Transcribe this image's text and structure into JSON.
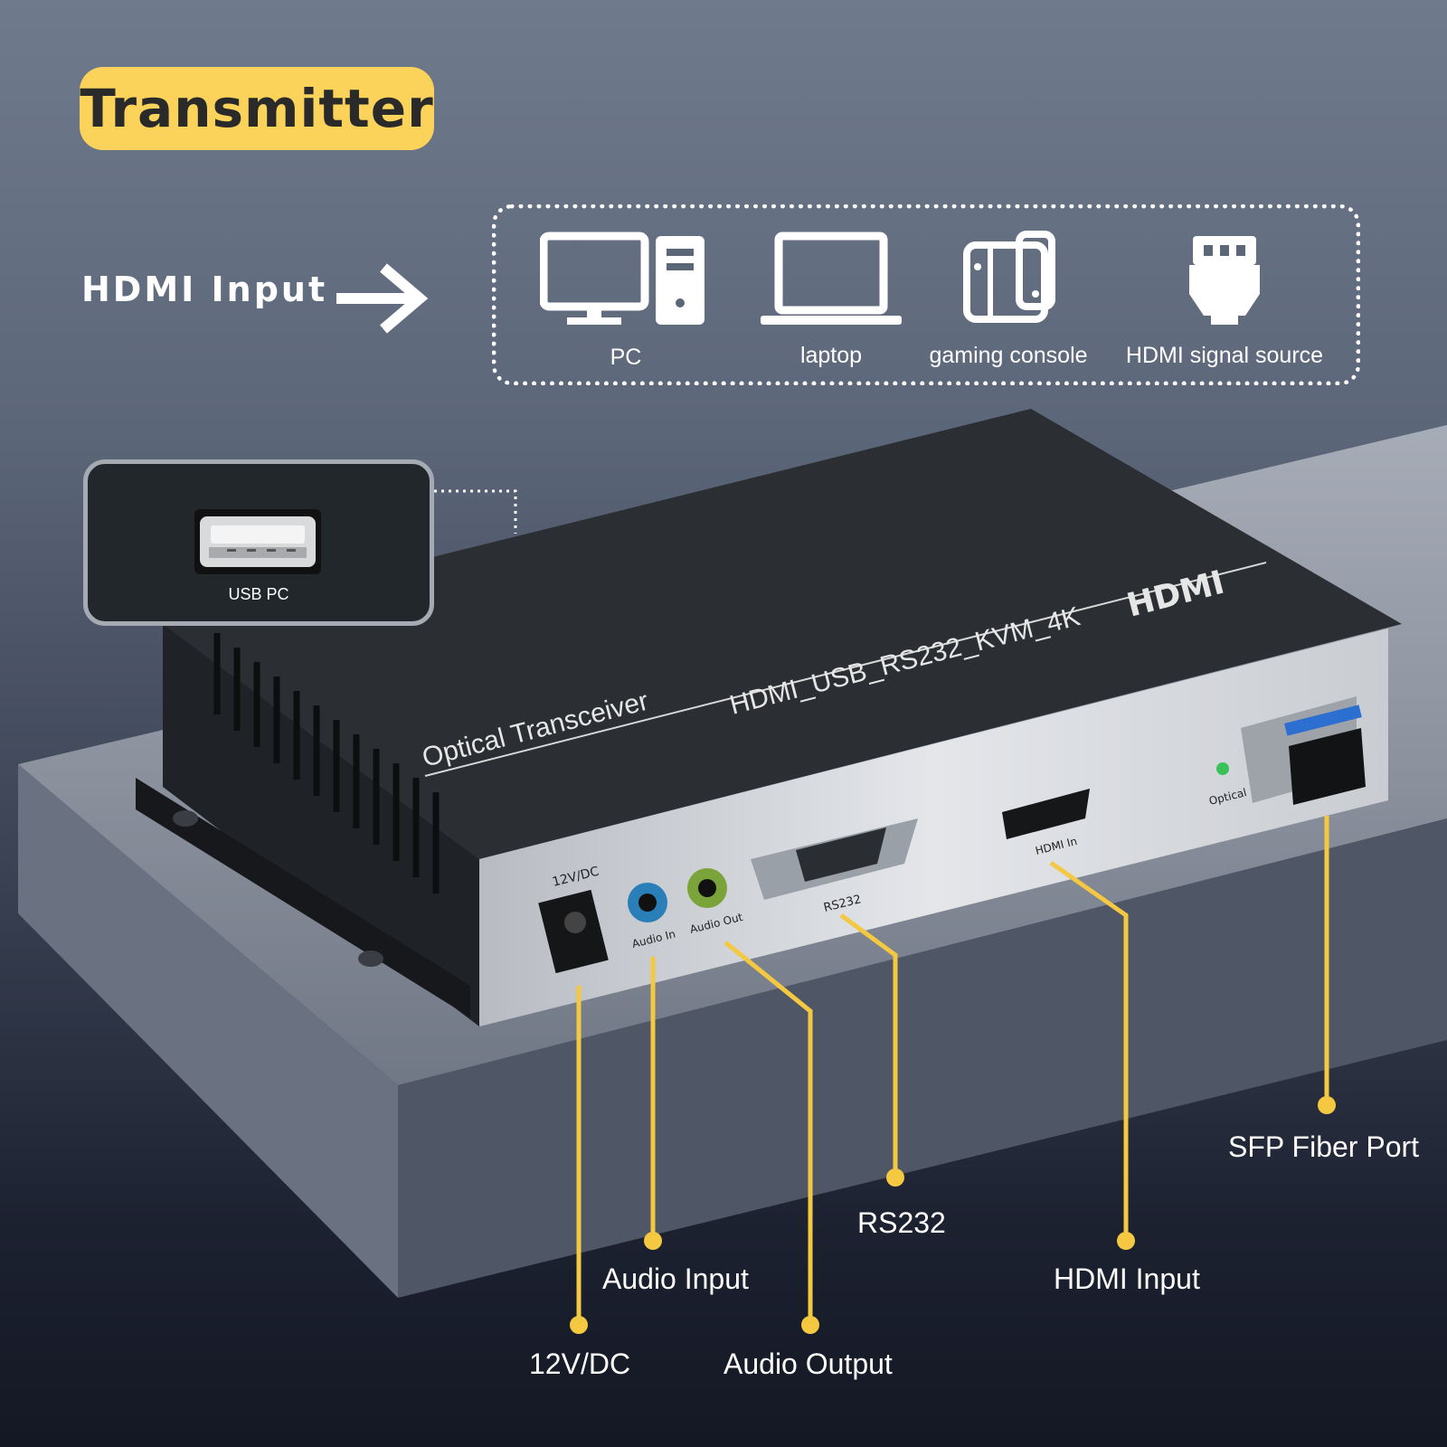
{
  "header": {
    "title": "Transmitter"
  },
  "input_section": {
    "label": "HDMI Input",
    "devices": [
      {
        "name": "PC",
        "icon": "pc-icon"
      },
      {
        "name": "laptop",
        "icon": "laptop-icon"
      },
      {
        "name": "gaming console",
        "icon": "gaming-console-icon"
      },
      {
        "name": "HDMI signal source",
        "icon": "hdmi-plug-icon"
      }
    ]
  },
  "usb_inset": {
    "label": "USB PC",
    "icon": "usb-port-icon"
  },
  "device": {
    "model_text": "HDMI_USB_RS232_KVM_4K",
    "type_text": "Optical Transceiver",
    "logo_text": "HDMI",
    "panel_labels": {
      "power": "12V/DC",
      "audio_in": "Audio In",
      "audio_out": "Audio Out",
      "rs232": "RS232",
      "hdmi_in": "HDMI In",
      "optical": "Optical"
    }
  },
  "callouts": {
    "power": "12V/DC",
    "audio_input": "Audio Input",
    "audio_output": "Audio Output",
    "rs232": "RS232",
    "hdmi_input": "HDMI Input",
    "sfp": "SFP Fiber Port"
  },
  "colors": {
    "accent": "#fbd35a",
    "callout_line": "#f5c842",
    "text": "#ffffff"
  }
}
